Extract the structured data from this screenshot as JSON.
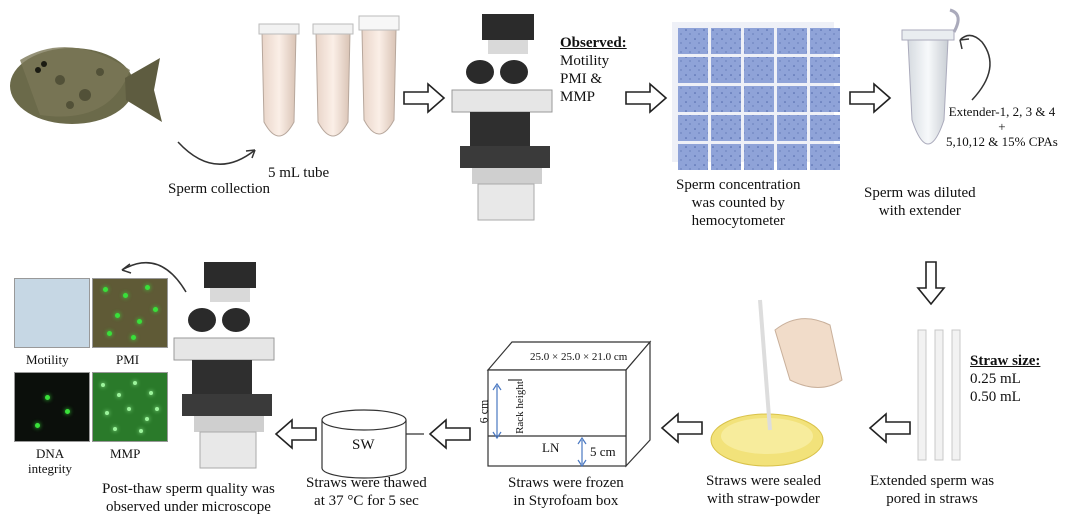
{
  "steps": {
    "collection": {
      "label": "Sperm collection"
    },
    "tube": {
      "label": "5 mL tube"
    },
    "observed": {
      "heading": "Observed:",
      "lines": [
        "Motility",
        "PMI &",
        "MMP"
      ]
    },
    "concentration": {
      "lines": [
        "Sperm concentration",
        "was counted by",
        "hemocytometer"
      ]
    },
    "dilution": {
      "lines": [
        "Sperm was diluted",
        "with extender"
      ]
    },
    "extender": {
      "lines": [
        "Extender-1, 2, 3 & 4",
        "+",
        "5,10,12 & 15% CPAs"
      ]
    },
    "straw": {
      "heading": "Straw size:",
      "lines": [
        "0.25 mL",
        "0.50 mL"
      ]
    },
    "extended": {
      "lines": [
        "Extended sperm was",
        "pored in straws"
      ]
    },
    "sealed": {
      "lines": [
        "Straws were sealed",
        "with straw-powder"
      ]
    },
    "frozen": {
      "lines": [
        "Straws were frozen",
        "in Styrofoam box"
      ]
    },
    "box": {
      "dimensions": "25.0 × 25.0 × 21.0 cm",
      "rack_height": "6 cm",
      "rack_label": "Rack height",
      "ln": "LN",
      "ln_height": "5 cm"
    },
    "thawed": {
      "lines": [
        "Straws were thawed",
        "at 37 °C for 5 sec"
      ],
      "bath": "SW"
    },
    "postthaw": {
      "lines": [
        "Post-thaw sperm quality was",
        "observed under microscope"
      ]
    },
    "micrographs": {
      "motility": "Motility",
      "pmi": "PMI",
      "dna_lines": [
        "DNA",
        "integrity"
      ],
      "mmp": "MMP"
    }
  },
  "colors": {
    "hemocytometer": "#8fa3d8",
    "grid_line": "#ffffff",
    "micro_dark": "#0b0f0b",
    "fluor": "#39e03a",
    "powder": "#f2e27a"
  }
}
